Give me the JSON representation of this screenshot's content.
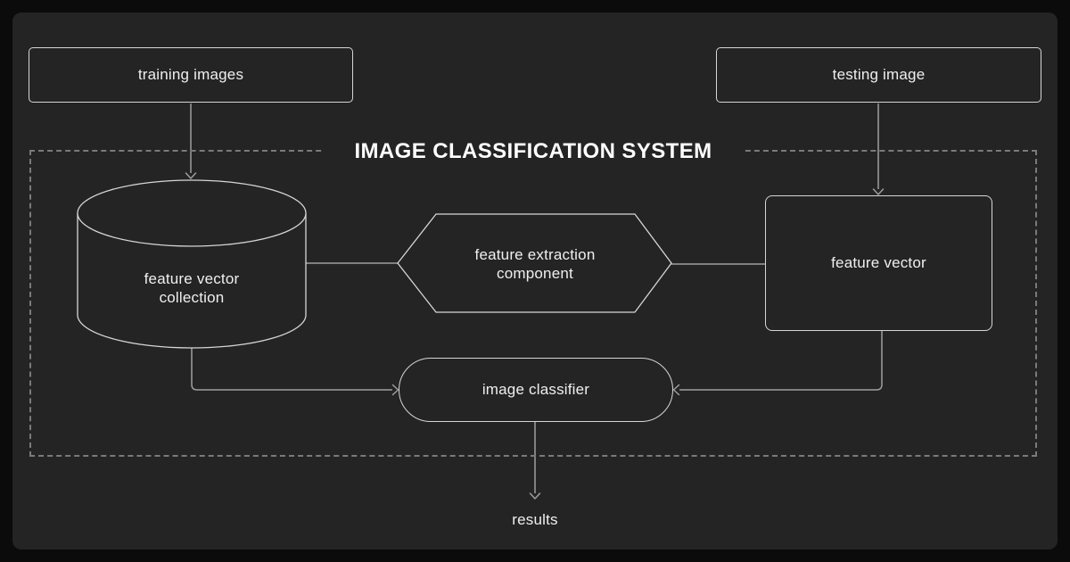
{
  "title": "IMAGE CLASSIFICATION SYSTEM",
  "nodes": {
    "training_images": {
      "label": "training images",
      "shape": "rectangle"
    },
    "testing_image": {
      "label": "testing image",
      "shape": "rectangle"
    },
    "feature_vector_collection": {
      "label": "feature vector collection",
      "shape": "cylinder"
    },
    "feature_extraction_component": {
      "label": "feature extraction component",
      "shape": "hexagon"
    },
    "feature_vector": {
      "label": "feature vector",
      "shape": "rectangle"
    },
    "image_classifier": {
      "label": "image classifier",
      "shape": "pill"
    },
    "results": {
      "label": "results",
      "shape": "label"
    }
  },
  "edges": [
    {
      "from": "training images",
      "to": "feature vector collection",
      "arrow": true
    },
    {
      "from": "testing image",
      "to": "feature vector",
      "arrow": true
    },
    {
      "from": "feature vector collection",
      "to": "feature extraction component",
      "arrow": false
    },
    {
      "from": "feature extraction component",
      "to": "feature vector",
      "arrow": false
    },
    {
      "from": "feature vector collection",
      "to": "image classifier",
      "arrow": true
    },
    {
      "from": "feature vector",
      "to": "image classifier",
      "arrow": true
    },
    {
      "from": "image classifier",
      "to": "results",
      "arrow": true
    }
  ],
  "colors": {
    "outer_background": "#0b0b0b",
    "panel_background": "#242424",
    "shape_border": "#d6d6d6",
    "connector_line": "#9e9e9e",
    "dashed_border": "#7a7a7a",
    "text": "#efefef",
    "title_text": "#ffffff"
  }
}
